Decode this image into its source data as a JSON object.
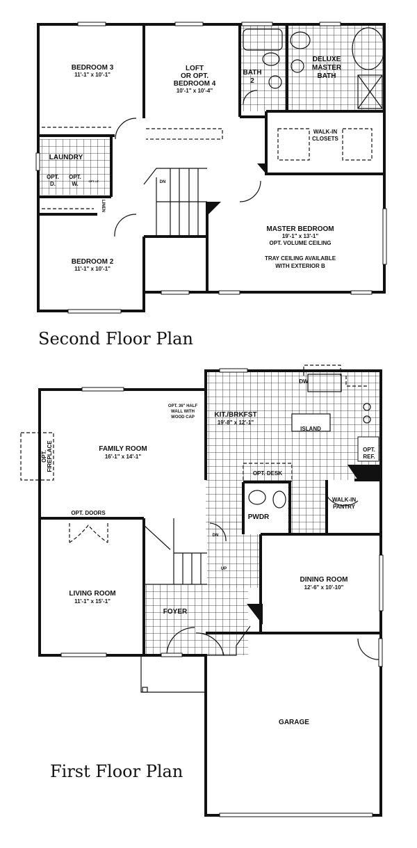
{
  "second_floor": {
    "title": "Second Floor Plan",
    "rooms": {
      "bedroom3": {
        "name": "BEDROOM 3",
        "size": "11'-1\" x 10'-1\""
      },
      "loft": {
        "line1": "LOFT",
        "line2": "OR OPT.",
        "line3": "BEDROOM 4",
        "size": "10'-1\" x 10'-4\""
      },
      "bath2": {
        "line1": "BATH",
        "line2": "2"
      },
      "master_bath": {
        "line1": "DELUXE",
        "line2": "MASTER",
        "line3": "BATH"
      },
      "closets": {
        "line1": "WALK-IN",
        "line2": "CLOSETS"
      },
      "laundry": {
        "name": "LAUNDRY",
        "opt_d1": "OPT.",
        "opt_d2": "D.",
        "opt_w1": "OPT.",
        "opt_w2": "W.",
        "opt_lt": "OPT. LT."
      },
      "linen": "LINEN",
      "stairs_dn": "DN",
      "master_bedroom": {
        "name": "MASTER BEDROOM",
        "size": "19'-1\" x 13'-1\"",
        "note1": "OPT. VOLUME CEILING",
        "note2": "TRAY CEILING AVAILABLE",
        "note3": "WITH EXTERIOR B"
      },
      "bedroom2": {
        "name": "BEDROOM 2",
        "size": "11'-1\" x 10'-1\""
      }
    }
  },
  "first_floor": {
    "title": "First Floor Plan",
    "rooms": {
      "kitchen": {
        "name": "KIT./BRKFST",
        "size": "19'-8\" x 12'-1\"",
        "island": "ISLAND",
        "dw": "DW",
        "ref1": "OPT.",
        "ref2": "REF.",
        "desk": "OPT. DESK"
      },
      "half_wall": {
        "line1": "OPT. 36\" HALF",
        "line2": "WALL WITH",
        "line3": "WOOD CAP"
      },
      "family_room": {
        "name": "FAMILY ROOM",
        "size": "16'-1\" x 14'-1\""
      },
      "fireplace": {
        "line1": "OPT.",
        "line2": "FIREPLACE"
      },
      "powder": "PWDR",
      "pantry": {
        "line1": "WALK-IN",
        "line2": "PANTRY"
      },
      "opt_doors": "OPT. DOORS",
      "living_room": {
        "name": "LIVING ROOM",
        "size": "11'-1\" x 15'-1\""
      },
      "foyer": "FOYER",
      "stairs_dn": "DN",
      "stairs_up": "UP",
      "dining_room": {
        "name": "DINING ROOM",
        "size": "12'-6\" x 10'-10\""
      },
      "garage": "GARAGE"
    }
  }
}
